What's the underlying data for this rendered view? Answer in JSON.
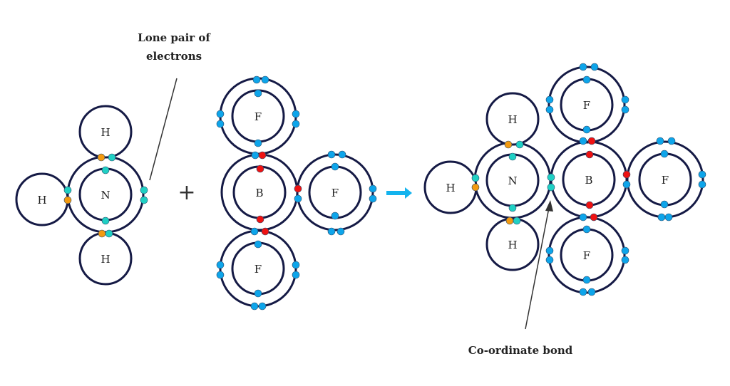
{
  "annotations": {
    "lone_pair_line1": "Lone pair of",
    "lone_pair_line2": "electrons",
    "coordinate_bond": "Co-ordinate bond"
  },
  "operators": {
    "plus": "+"
  },
  "reaction_arrow_icon": "right-arrow",
  "molecules": {
    "ammonia": {
      "atoms": [
        "N",
        "H",
        "H",
        "H"
      ]
    },
    "boron_trifluoride": {
      "atoms": [
        "B",
        "F",
        "F",
        "F"
      ]
    },
    "product": {
      "atoms": [
        "N",
        "H",
        "H",
        "H",
        "B",
        "F",
        "F",
        "F"
      ]
    }
  },
  "colors": {
    "shell": "#151a45",
    "nitrogen_electron": "#20d0c4",
    "hydrogen_electron": "#f39a10",
    "fluorine_electron": "#0ea5ea",
    "boron_electron": "#ee1212",
    "arrow": "#13b3ee"
  }
}
